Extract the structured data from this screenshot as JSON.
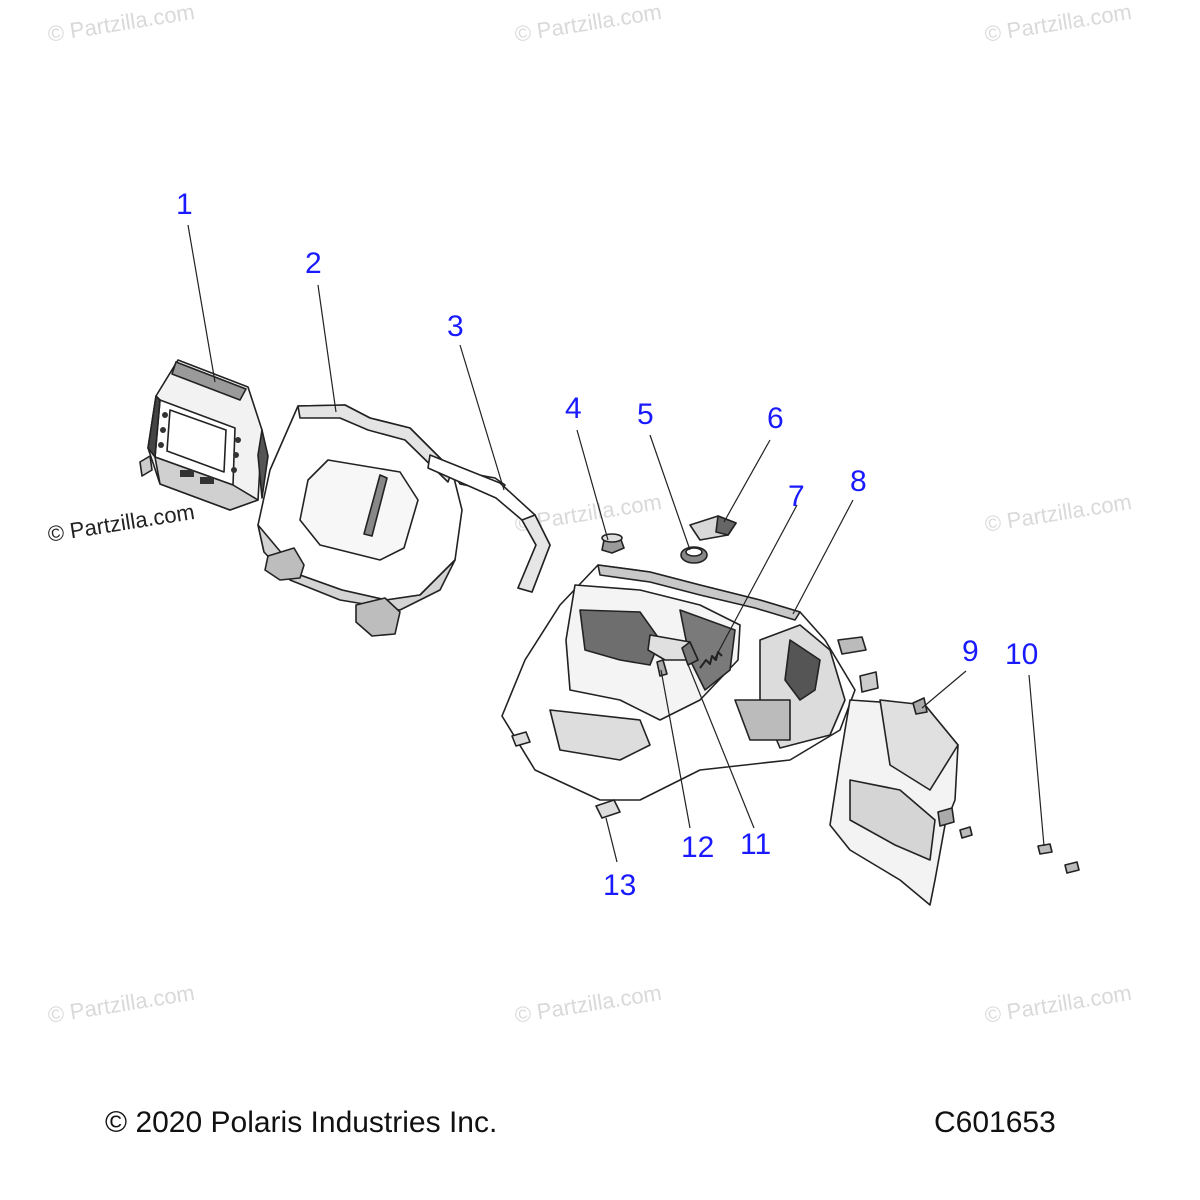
{
  "watermark_text": "© Partzilla.com",
  "callout_color": "#1a1aff",
  "callouts": [
    "1",
    "2",
    "3",
    "4",
    "5",
    "6",
    "7",
    "8",
    "9",
    "10",
    "11",
    "12",
    "13"
  ],
  "footer": {
    "copyright": "© 2020 Polaris Industries Inc.",
    "drawing_number": "C601653"
  }
}
